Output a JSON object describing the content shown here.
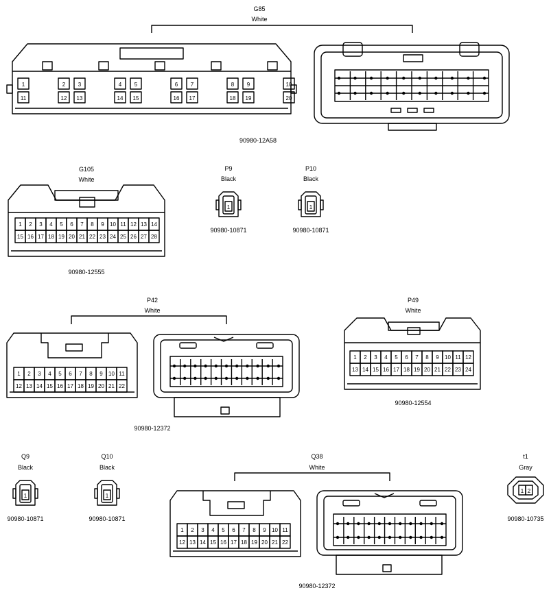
{
  "connectors": {
    "g85": {
      "name": "G85",
      "color": "White",
      "part": "90980-12A58",
      "pins_top": [
        "1",
        "2",
        "3",
        "4",
        "5",
        "6",
        "7",
        "8",
        "9",
        "10"
      ],
      "pins_bottom": [
        "11",
        "12",
        "13",
        "14",
        "15",
        "16",
        "17",
        "18",
        "19",
        "20"
      ]
    },
    "g105": {
      "name": "G105",
      "color": "White",
      "part": "90980-12555",
      "pins_top": [
        "1",
        "2",
        "3",
        "4",
        "5",
        "6",
        "7",
        "8",
        "9",
        "10",
        "11",
        "12",
        "13",
        "14"
      ],
      "pins_bottom": [
        "15",
        "16",
        "17",
        "18",
        "19",
        "20",
        "21",
        "22",
        "23",
        "24",
        "25",
        "26",
        "27",
        "28"
      ]
    },
    "p9": {
      "name": "P9",
      "color": "Black",
      "part": "90980-10871",
      "pins": [
        "1"
      ]
    },
    "p10": {
      "name": "P10",
      "color": "Black",
      "part": "90980-10871",
      "pins": [
        "1"
      ]
    },
    "p42": {
      "name": "P42",
      "color": "White",
      "part": "90980-12372",
      "pins_top": [
        "1",
        "2",
        "3",
        "4",
        "5",
        "6",
        "7",
        "8",
        "9",
        "10",
        "11"
      ],
      "pins_bottom": [
        "12",
        "13",
        "14",
        "15",
        "16",
        "17",
        "18",
        "19",
        "20",
        "21",
        "22"
      ]
    },
    "p49": {
      "name": "P49",
      "color": "White",
      "part": "90980-12554",
      "pins_top": [
        "1",
        "2",
        "3",
        "4",
        "5",
        "6",
        "7",
        "8",
        "9",
        "10",
        "11",
        "12"
      ],
      "pins_bottom": [
        "13",
        "14",
        "15",
        "16",
        "17",
        "18",
        "19",
        "20",
        "21",
        "22",
        "23",
        "24"
      ]
    },
    "q9": {
      "name": "Q9",
      "color": "Black",
      "part": "90980-10871",
      "pins": [
        "1"
      ]
    },
    "q10": {
      "name": "Q10",
      "color": "Black",
      "part": "90980-10871",
      "pins": [
        "1"
      ]
    },
    "q38": {
      "name": "Q38",
      "color": "White",
      "part": "90980-12372",
      "pins_top": [
        "1",
        "2",
        "3",
        "4",
        "5",
        "6",
        "7",
        "8",
        "9",
        "10",
        "11"
      ],
      "pins_bottom": [
        "12",
        "13",
        "14",
        "15",
        "16",
        "17",
        "18",
        "19",
        "20",
        "21",
        "22"
      ]
    },
    "t1": {
      "name": "t1",
      "color": "Gray",
      "part": "90980-10735",
      "pins": [
        "1",
        "2"
      ]
    }
  }
}
